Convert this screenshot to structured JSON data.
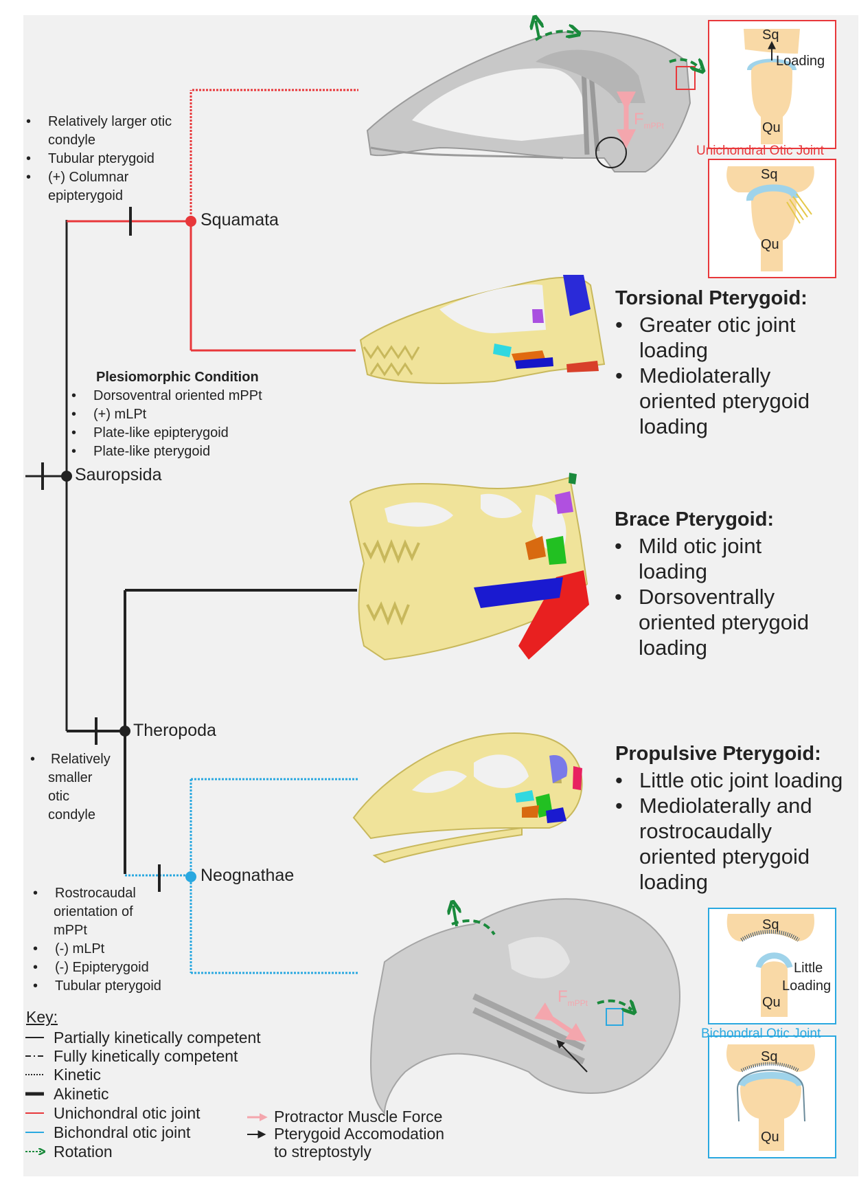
{
  "clades": {
    "squamata": "Squamata",
    "sauropsida": "Sauropsida",
    "theropoda": "Theropoda",
    "neognathae": "Neognathae"
  },
  "traits": {
    "squamata": [
      "Relatively larger otic",
      "condyle",
      "Tubular pterygoid",
      "(+) Columnar",
      "epipterygoid"
    ],
    "plesiomorphic_title": "Plesiomorphic Condition",
    "plesiomorphic": [
      "Dorsoventral oriented mPPt",
      "(+) mLPt",
      "Plate-like epipterygoid",
      "Plate-like pterygoid"
    ],
    "theropoda": [
      "Relatively",
      "smaller",
      "otic",
      "condyle"
    ],
    "neognathae": [
      "Rostrocaudal",
      "orientation of",
      "mPPt",
      "(-) mLPt",
      "(-) Epipterygoid",
      "Tubular pterygoid"
    ]
  },
  "models": {
    "torsional": {
      "title": "Torsional Pterygoid:",
      "lines": [
        "Greater otic joint",
        "loading",
        "Mediolaterally",
        "oriented pterygoid",
        "loading"
      ]
    },
    "brace": {
      "title": "Brace Pterygoid:",
      "lines": [
        "Mild otic joint",
        "loading",
        "Dorsoventrally",
        "oriented pterygoid",
        "loading"
      ]
    },
    "propulsive": {
      "title": "Propulsive Pterygoid:",
      "lines": [
        "Little otic joint loading",
        "Mediolaterally and",
        "rostrocaudally",
        "oriented pterygoid",
        "loading"
      ]
    }
  },
  "joints": {
    "sq": "Sq",
    "qu": "Qu",
    "loading": "Loading",
    "little": "Little",
    "loading2": "Loading",
    "unichondral": "Unichondral Otic Joint",
    "bichondral": "Bichondral Otic Joint",
    "force_main": "F",
    "force_sub": "mPPt"
  },
  "key": {
    "title": "Key:",
    "items": [
      "Partially kinetically competent",
      "Fully kinetically competent",
      "Kinetic",
      "Akinetic",
      "Unichondral otic joint",
      "Bichondral otic joint",
      "Rotation"
    ],
    "right_items": [
      "Protractor Muscle Force",
      "Pterygoid Accomodation",
      "to streptostyly"
    ]
  },
  "colors": {
    "red": "#e8373a",
    "blue": "#29a8e0",
    "green": "#1a8a3c",
    "pink": "#f4a6ad",
    "skull_yellow": "#f0e39a",
    "cartilage": "#f9d9a6",
    "meniscus": "#9fd3ea"
  },
  "icons": [
    "lizard-skull",
    "lizard-skull-colored",
    "tyrannosaur-skull",
    "bird-skull-colored",
    "bird-skull-gray",
    "rotation-arrow-icon",
    "force-arrow-icon"
  ]
}
